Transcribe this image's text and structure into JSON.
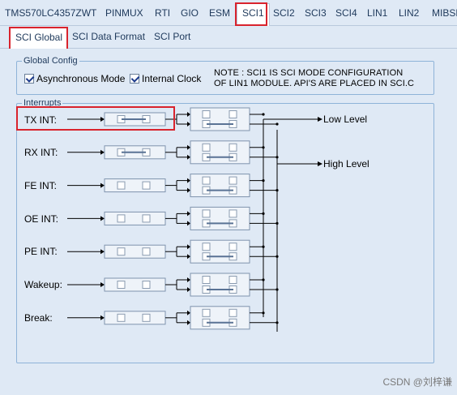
{
  "top_tabs": [
    {
      "label": "TMS570LC4357ZWT"
    },
    {
      "label": "PINMUX"
    },
    {
      "label": "RTI"
    },
    {
      "label": "GIO"
    },
    {
      "label": "ESM"
    },
    {
      "label": "SCI1"
    },
    {
      "label": "SCI2"
    },
    {
      "label": "SCI3"
    },
    {
      "label": "SCI4"
    },
    {
      "label": "LIN1"
    },
    {
      "label": "LIN2"
    },
    {
      "label": "MIBSP"
    }
  ],
  "sub_tabs": [
    {
      "label": "SCI Global"
    },
    {
      "label": "SCI Data Format"
    },
    {
      "label": "SCI Port"
    }
  ],
  "global_config": {
    "title": "Global Config",
    "async_mode_label": "Asynchronous Mode",
    "async_mode_checked": true,
    "internal_clock_label": "Internal Clock",
    "internal_clock_checked": true,
    "note_line1": "NOTE : SCI1 IS SCI MODE CONFIGURATION",
    "note_line2": "OF LIN1 MODULE. API'S ARE PLACED IN SCI.C"
  },
  "interrupts": {
    "title": "Interrupts",
    "rows": [
      {
        "label": "TX INT:",
        "enabled": true,
        "level": "high"
      },
      {
        "label": "RX INT:",
        "enabled": true,
        "level": "high"
      },
      {
        "label": "FE INT:",
        "enabled": false,
        "level": "high"
      },
      {
        "label": "OE INT:",
        "enabled": false,
        "level": "high"
      },
      {
        "label": "PE INT:",
        "enabled": false,
        "level": "high"
      },
      {
        "label": "Wakeup:",
        "enabled": false,
        "level": "high"
      },
      {
        "label": "Break:",
        "enabled": false,
        "level": "high"
      }
    ],
    "low_level_label": "Low Level",
    "high_level_label": "High Level"
  },
  "watermark": "CSDN @刘梓谦",
  "colors": {
    "highlight_box": "#d9232d",
    "panel_bg": "#dfe9f5",
    "group_border": "#8eb3d8",
    "switch_line": "#5a7395"
  }
}
